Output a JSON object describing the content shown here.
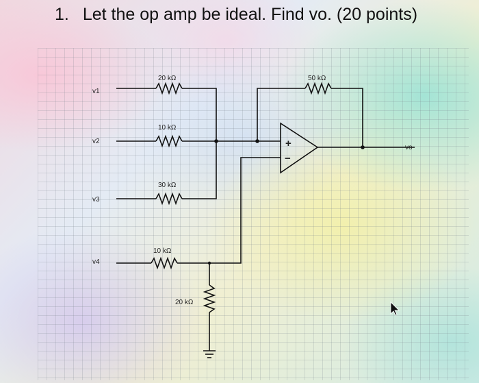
{
  "question": {
    "number": "1.",
    "text": "Let the op amp be ideal. Find vo. (20 points)"
  },
  "circuit": {
    "inputs": {
      "v1": "v1",
      "v2": "v2",
      "v3": "v3",
      "v4": "v4"
    },
    "resistors": {
      "r_v1": "20 kΩ",
      "r_v2": "10 kΩ",
      "r_v3": "30 kΩ",
      "r_v4": "10 kΩ",
      "r_ground": "20 kΩ",
      "r_feedback": "50 kΩ"
    },
    "opamp": {
      "plus": "+",
      "minus": "−"
    },
    "output": "vo"
  },
  "colors": {
    "ink": "#111111",
    "label": "#222222"
  }
}
